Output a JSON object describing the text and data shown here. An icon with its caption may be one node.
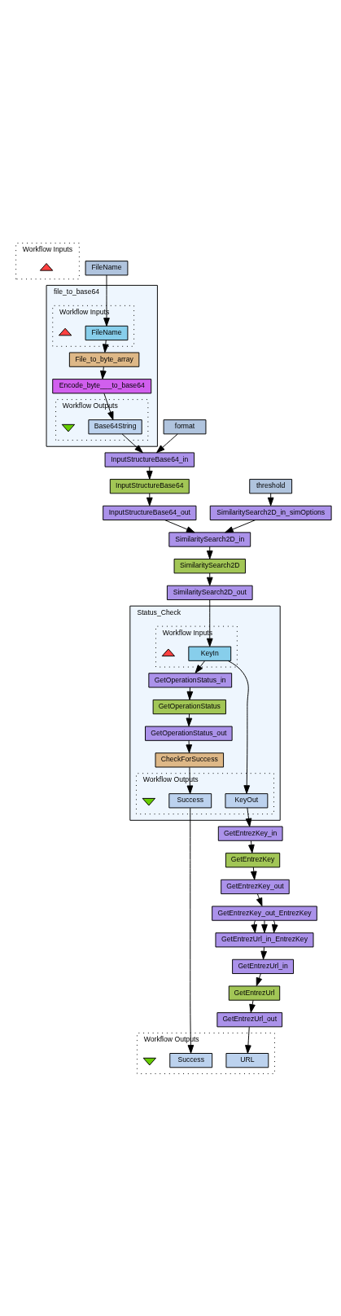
{
  "diagram": {
    "nodes": [
      {
        "text": [
          "Workflow Inputs"
        ]
      },
      {
        "text": [],
        "shape": "triangle",
        "in": 0
      },
      {
        "text": [
          "FileName"
        ]
      },
      {
        "text": [
          "file_to_base64"
        ]
      },
      {
        "text": [
          "Workflow Inputs"
        ],
        "in": 3
      },
      {
        "text": [
          "FileName"
        ],
        "in": 4
      },
      {
        "text": [],
        "shape": "triangle",
        "in": 4
      },
      {
        "text": [
          "File_to_byte_array"
        ],
        "in": 3
      },
      {
        "text": [
          "Encode_byte___to_base64"
        ],
        "in": 3
      },
      {
        "text": [
          "Workflow Outputs"
        ],
        "in": 3
      },
      {
        "text": [
          "Base64String"
        ],
        "in": 9
      },
      {
        "text": [],
        "shape": "invtriangle",
        "in": 9
      },
      {
        "text": [
          "format"
        ]
      },
      {
        "text": [
          "InputStructureBase64_in"
        ]
      },
      {
        "text": [
          "InputStructureBase64"
        ]
      },
      {
        "text": [
          "threshold"
        ]
      },
      {
        "text": [
          "InputStructureBase64_out"
        ]
      },
      {
        "text": [
          "SimilaritySearch2D_in_simOptions"
        ]
      },
      {
        "text": [
          "SimilaritySearch2D_in"
        ]
      },
      {
        "text": [
          "SimilaritySearch2D"
        ]
      },
      {
        "text": [
          "SimilaritySearch2D_out"
        ]
      },
      {
        "text": [
          "Status_Check"
        ]
      },
      {
        "text": [
          "Workflow Inputs"
        ],
        "in": 21
      },
      {
        "text": [
          "KeyIn"
        ],
        "in": 22
      },
      {
        "text": [],
        "shape": "triangle",
        "in": 22
      },
      {
        "text": [
          "GetOperationStatus_in"
        ],
        "in": 21
      },
      {
        "text": [
          "GetOperationStatus"
        ],
        "in": 21
      },
      {
        "text": [
          "GetOperationStatus_out"
        ],
        "in": 21
      },
      {
        "text": [
          "CheckForSuccess"
        ],
        "in": 21
      },
      {
        "text": [
          "Workflow Outputs"
        ],
        "in": 21
      },
      {
        "text": [
          "Success"
        ],
        "in": 29
      },
      {
        "text": [
          "KeyOut"
        ],
        "in": 29
      },
      {
        "text": [],
        "shape": "invtriangle",
        "in": 29
      },
      {
        "text": [
          "GetEntrezKey_in"
        ]
      },
      {
        "text": [
          "GetEntrezKey"
        ]
      },
      {
        "text": [
          "GetEntrezKey_out"
        ]
      },
      {
        "text": [
          "GetEntrezKey_out_EntrezKey"
        ]
      },
      {
        "text": [
          "GetEntrezUrl_in_EntrezKey"
        ]
      },
      {
        "text": [
          "GetEntrezUrl_in"
        ]
      },
      {
        "text": [
          "GetEntrezUrl"
        ]
      },
      {
        "text": [
          "GetEntrezUrl_out"
        ]
      },
      {
        "text": [
          "Workflow Outputs"
        ]
      },
      {
        "text": [
          "Success"
        ],
        "in": 41
      },
      {
        "text": [
          "URL"
        ],
        "in": 41
      },
      {
        "text": [],
        "shape": "invtriangle",
        "in": 41
      }
    ],
    "edges": [
      {
        "from": 2,
        "to": 5,
        "arrow": "to"
      },
      {
        "from": 5,
        "to": 7,
        "arrow": "to"
      },
      {
        "from": 7,
        "to": 8,
        "arrow": "to"
      },
      {
        "from": 8,
        "to": 10,
        "arrow": "to"
      },
      {
        "from": 12,
        "to": 13,
        "arrow": "to"
      },
      {
        "from": 10,
        "to": 13,
        "arrow": "to"
      },
      {
        "from": 13,
        "to": 14,
        "arrow": "to"
      },
      {
        "from": 14,
        "to": 16,
        "arrow": "to"
      },
      {
        "from": 15,
        "to": 17,
        "arrow": "to"
      },
      {
        "from": 16,
        "to": 18,
        "arrow": "to"
      },
      {
        "from": 17,
        "to": 18,
        "arrow": "to"
      },
      {
        "from": 18,
        "to": 19,
        "arrow": "to"
      },
      {
        "from": 19,
        "to": 20,
        "arrow": "to"
      },
      {
        "from": 20,
        "to": 23,
        "arrow": "to"
      },
      {
        "from": 23,
        "to": 25,
        "arrow": "to"
      },
      {
        "from": 23,
        "to": 31,
        "arrow": "to"
      },
      {
        "from": 25,
        "to": 26,
        "arrow": "to"
      },
      {
        "from": 26,
        "to": 27,
        "arrow": "to"
      },
      {
        "from": 27,
        "to": 28,
        "arrow": "to"
      },
      {
        "from": 28,
        "to": 30,
        "arrow": "to"
      },
      {
        "from": 31,
        "to": 33,
        "arrow": "to"
      },
      {
        "from": 33,
        "to": 34,
        "arrow": "to"
      },
      {
        "from": 34,
        "to": 35,
        "arrow": "to"
      },
      {
        "from": 35,
        "to": 36,
        "arrow": "to"
      },
      {
        "from": 36,
        "to": 37,
        "arrow": "to"
      },
      {
        "from": 36,
        "to": 37,
        "arrow": "to"
      },
      {
        "from": 36,
        "to": 37,
        "arrow": "to"
      },
      {
        "from": 37,
        "to": 38,
        "arrow": "to"
      },
      {
        "from": 38,
        "to": 39,
        "arrow": "to"
      },
      {
        "from": 39,
        "to": 40,
        "arrow": "to"
      },
      {
        "from": 40,
        "to": 43,
        "arrow": "to"
      },
      {
        "from": 30,
        "to": 42,
        "arrow": "to"
      }
    ]
  }
}
